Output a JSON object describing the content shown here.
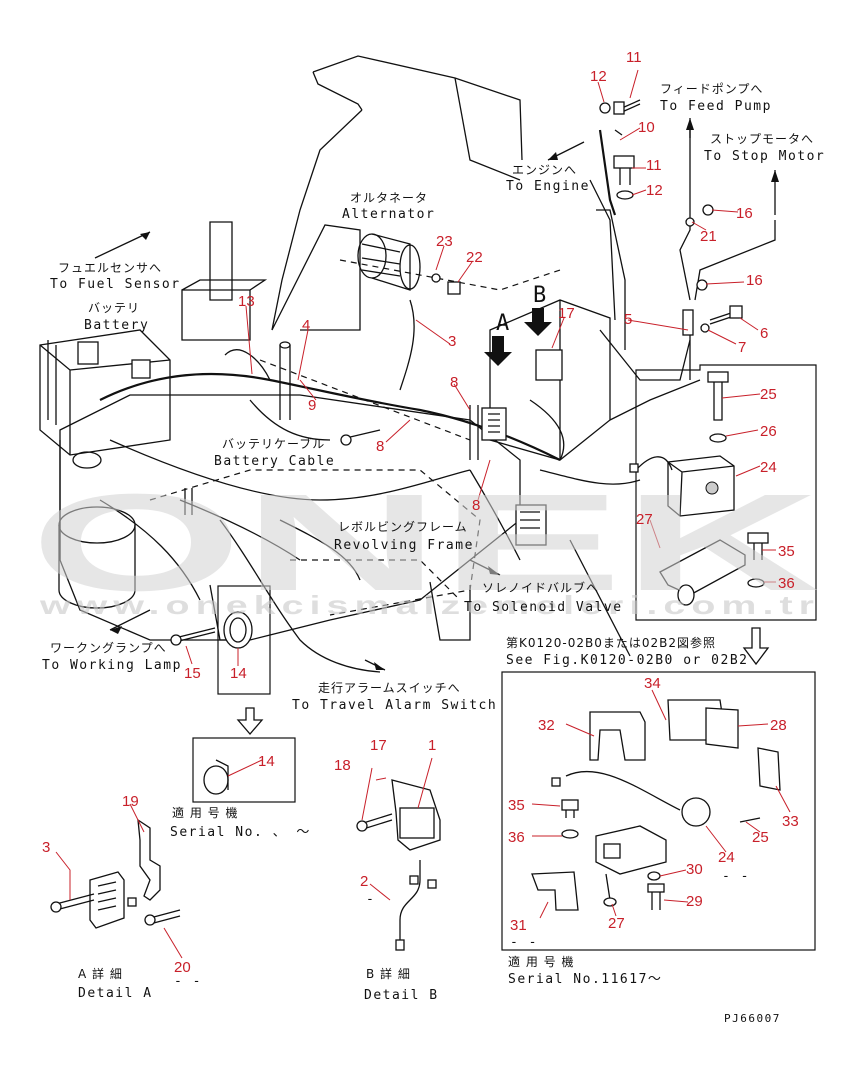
{
  "watermark": {
    "brand": "ONEK",
    "site": "www.onekcismalzemeleri.com.tr"
  },
  "drawing_code": "PJ66007",
  "callouts": {
    "fuel_sensor": {
      "jp": "フュエルセンサへ",
      "en": "To Fuel Sensor"
    },
    "battery": {
      "jp": "バッテリ",
      "en": "Battery"
    },
    "alternator": {
      "jp": "オルタネータ",
      "en": "Alternator"
    },
    "feed_pump": {
      "jp": "フィードポンプへ",
      "en": "To Feed Pump"
    },
    "stop_motor": {
      "jp": "ストップモータへ",
      "en": "To Stop Motor"
    },
    "engine": {
      "jp": "エンジンへ",
      "en": "To Engine"
    },
    "battery_cable": {
      "jp": "バッテリケーブル",
      "en": "Battery Cable"
    },
    "revolving_frame": {
      "jp": "レボルビングフレーム",
      "en": "Revolving Frame"
    },
    "solenoid_valve": {
      "jp": "ソレノイドバルブへ",
      "en": "To Solenoid Valve"
    },
    "working_lamp": {
      "jp": "ワークングランプへ",
      "en": "To Working Lamp"
    },
    "travel_alarm": {
      "jp": "走行アラームスイッチへ",
      "en": "To Travel Alarm Switch"
    },
    "see_fig": {
      "jp": "第K0120-02B0または02B2図参照",
      "en": "See Fig.K0120-02B0 or 02B2"
    }
  },
  "view_letters": {
    "a": "A",
    "b": "B"
  },
  "details": {
    "a": {
      "jp": "A 詳 細",
      "en": "Detail A",
      "suffix": "- -"
    },
    "b": {
      "jp": "B 詳 細",
      "en": "Detail B",
      "suffix": "-"
    }
  },
  "serial_small": {
    "jp": "適 用 号 機",
    "en": "Serial No.  、 ～"
  },
  "serial_large": {
    "jp": "適 用 号 機",
    "en": "Serial No.11617～",
    "suffix": "- -"
  },
  "part_numbers": {
    "p11a": "11",
    "p12a": "12",
    "p10": "10",
    "p11b": "11",
    "p12b": "12",
    "p16a": "16",
    "p21": "21",
    "p16b": "16",
    "p6": "6",
    "p7": "7",
    "p5": "5",
    "p23": "23",
    "p22": "22",
    "p17a": "17",
    "p13": "13",
    "p4": "4",
    "p3": "3",
    "p9": "9",
    "p8a": "8",
    "p8b": "8",
    "p8c": "8",
    "p25a": "25",
    "p26": "26",
    "p24a": "24",
    "p27a": "27",
    "p35a": "35",
    "p36a": "36",
    "p15": "15",
    "p14a": "14",
    "p14b": "14",
    "p17b": "17",
    "p1": "1",
    "p18": "18",
    "p19": "19",
    "p3b": "3",
    "p2": "2",
    "p20": "20",
    "p34": "34",
    "p32": "32",
    "p28": "28",
    "p35b": "35",
    "p36b": "36",
    "p25b": "25",
    "p33": "33",
    "p24b": "24",
    "p30": "30",
    "p31": "31",
    "p27b": "27",
    "p29": "29",
    "p30_suffix": "- -"
  }
}
